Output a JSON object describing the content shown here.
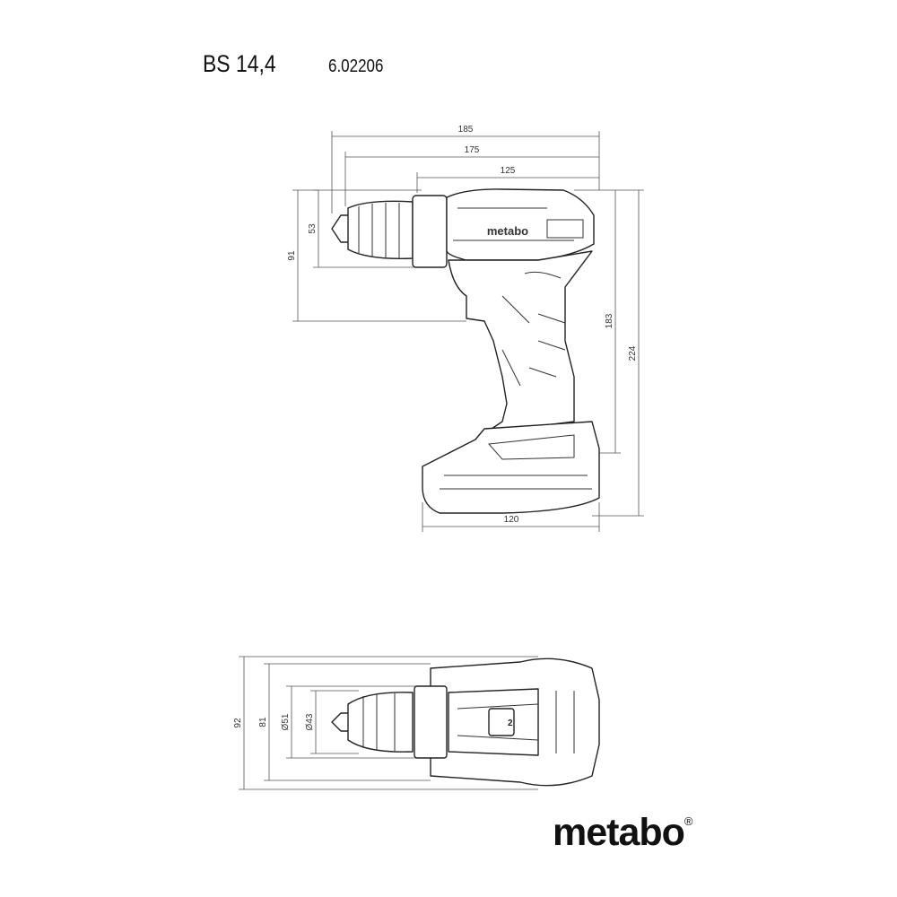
{
  "header": {
    "model": "BS 14,4",
    "article_number": "6.02206"
  },
  "side_view": {
    "dimensions": {
      "overall_length": "185",
      "length_2": "175",
      "length_3": "125",
      "chuck_height": "53",
      "top_to_grip": "91",
      "height_183": "183",
      "height_224": "224",
      "battery_length": "120"
    },
    "housing_brand": "metabo"
  },
  "top_view": {
    "dimensions": {
      "width_92": "92",
      "width_81": "81",
      "diameter_51": "Ø51",
      "diameter_43": "Ø43"
    },
    "gear_marking": "2"
  },
  "logo": {
    "text": "metabo",
    "registered": "®"
  }
}
